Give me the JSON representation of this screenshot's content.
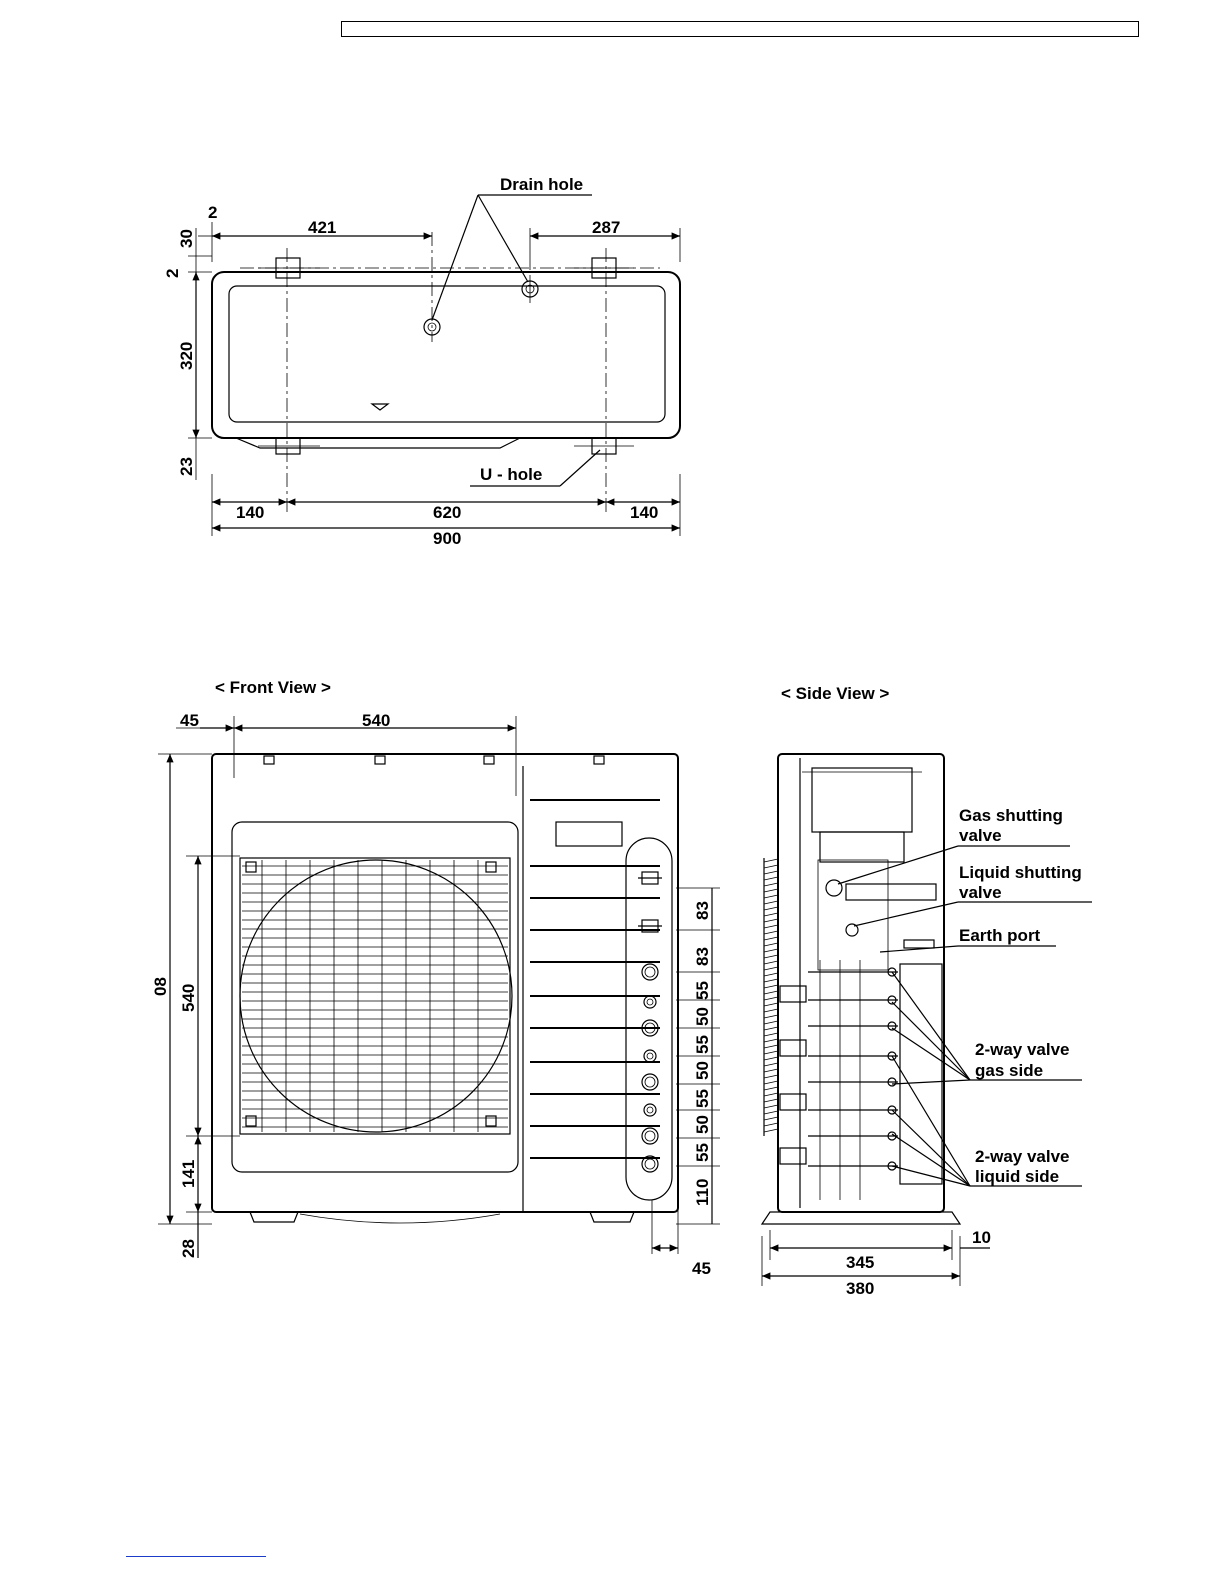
{
  "header": {
    "text": ""
  },
  "top_view": {
    "dims": {
      "top_offset": "2",
      "top_left": "421",
      "top_right": "287",
      "side_30": "30",
      "side_2": "2",
      "side_320": "320",
      "side_23": "23",
      "bottom_left": "140",
      "bottom_mid": "620",
      "bottom_right": "140",
      "bottom_total": "900"
    },
    "callouts": {
      "drain_hole": "Drain hole",
      "u_hole": "U - hole"
    }
  },
  "front_view": {
    "title": "< Front View >",
    "dims": {
      "top_left": "45",
      "top_width": "540",
      "height_total": "08",
      "height_540": "540",
      "height_141": "141",
      "height_28": "28",
      "port_83a": "83",
      "port_83b": "83",
      "port_55a": "55",
      "port_50a": "50",
      "port_55b": "55",
      "port_50b": "50",
      "port_55c": "55",
      "port_50c": "50",
      "port_55d": "55",
      "port_110": "110",
      "right_45": "45"
    }
  },
  "side_view": {
    "title": "< Side View >",
    "callouts": {
      "gas_valve_1": "Gas shutting",
      "gas_valve_2": "valve",
      "liquid_valve_1": "Liquid shutting",
      "liquid_valve_2": "valve",
      "earth_port": "Earth port",
      "gas_side_1": "2-way valve",
      "gas_side_2": "gas side",
      "liquid_side_1": "2-way valve",
      "liquid_side_2": "liquid side"
    },
    "dims": {
      "d10": "10",
      "d345": "345",
      "d380": "380"
    }
  }
}
